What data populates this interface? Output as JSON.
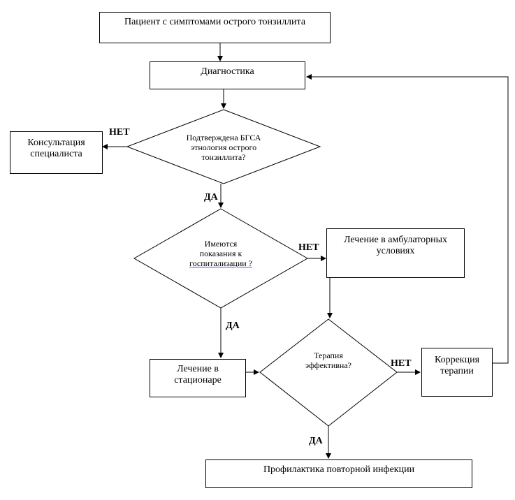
{
  "nodes": {
    "patient": "Пациент с симптомами острого тонзиллита",
    "diagnostics": "Диагностика",
    "decision_bgsa": [
      "Подтверждена БГСА",
      "этнология острого",
      "тонзиллита?"
    ],
    "consultation": [
      "Консультация",
      "специалиста"
    ],
    "decision_hosp": [
      "Имеются",
      "показания к",
      "госпитализации ?"
    ],
    "outpatient": [
      "Лечение в амбулаторных",
      "условиях"
    ],
    "inpatient": [
      "Лечение в",
      "стационаре"
    ],
    "decision_effective": [
      "Терапия",
      "эффективна?"
    ],
    "correction": [
      "Коррекция",
      "терапии"
    ],
    "prophylaxis": "Профилактика повторной инфекции"
  },
  "edge_labels": {
    "no_1": "НЕТ",
    "yes_1": "ДА",
    "no_2": "НЕТ",
    "yes_2": "ДА",
    "no_3": "НЕТ",
    "yes_3": "ДА"
  }
}
